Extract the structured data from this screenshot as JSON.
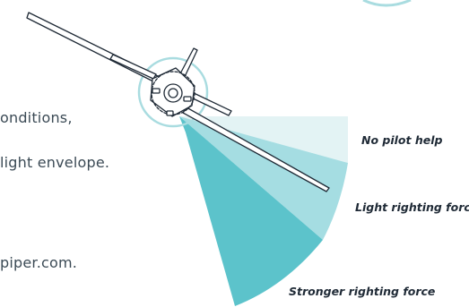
{
  "body_text": {
    "line1": "onditions,",
    "line2": "light envelope.",
    "line3": "piper.com."
  },
  "zones": [
    {
      "label": "No pilot help",
      "color": "#e3f3f4"
    },
    {
      "label": "Light righting force",
      "color": "#a5dde2"
    },
    {
      "label": "Stronger righting force",
      "color": "#5cc3cb"
    }
  ],
  "colors": {
    "outline": "#1f2a36",
    "hub_ring": "#a9dce0",
    "text": "#3b4a55"
  },
  "icons": {
    "aircraft": "airplane-front-view-icon"
  }
}
